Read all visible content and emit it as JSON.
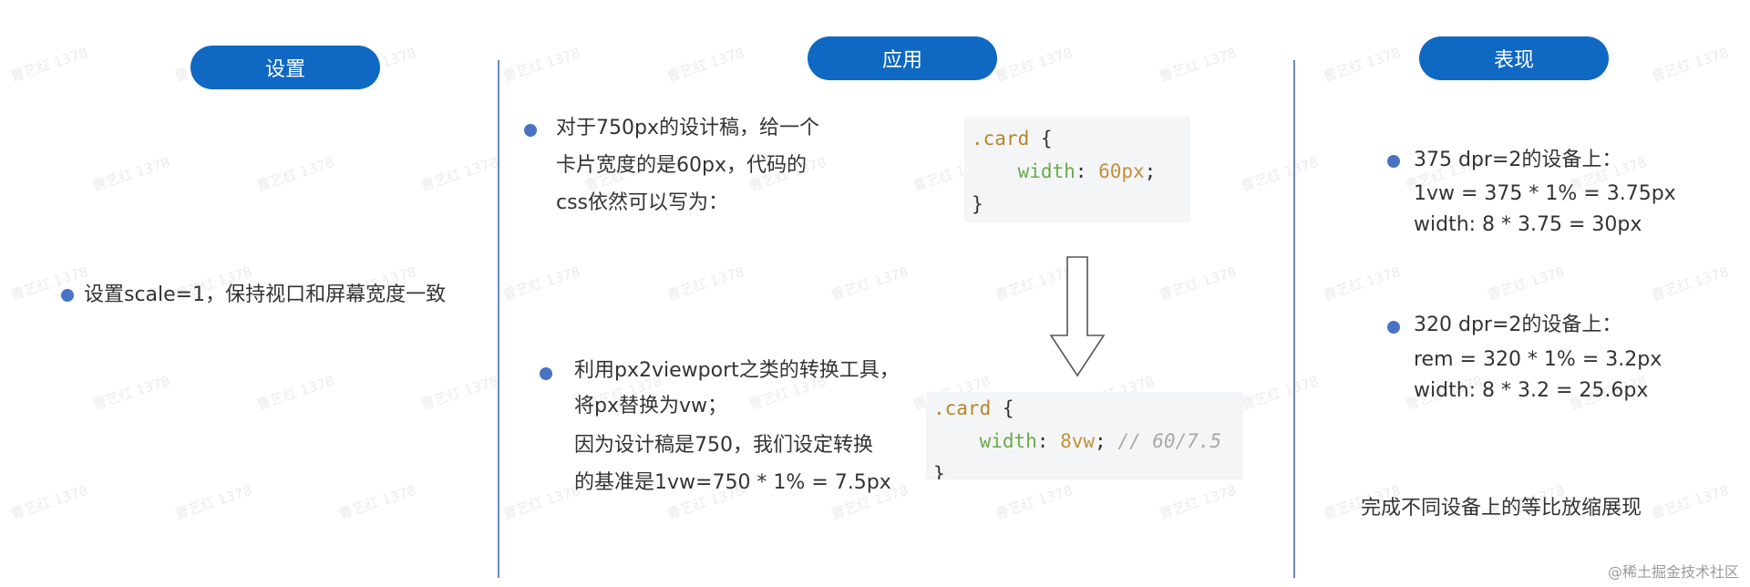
{
  "headers": {
    "setup": "设置",
    "apply": "应用",
    "behavior": "表现"
  },
  "setup": {
    "point": "设置scale=1，保持视口和屏幕宽度一致"
  },
  "apply": {
    "point1": [
      "对于750px的设计稿，给一个",
      "卡片宽度的是60px，代码的",
      "css依然可以写为："
    ],
    "code1": {
      "selector": ".card",
      "open": "{",
      "prop": "width",
      "value": "60px",
      "close": "}"
    },
    "point2": [
      "利用px2viewport之类的转换工具，",
      "将px替换为vw；",
      "因为设计稿是750，我们设定转换",
      "的基准是1vw=750 * 1% = 7.5px"
    ],
    "code2": {
      "selector": ".card",
      "open": "{",
      "prop": "width",
      "value": "8vw",
      "comment": "// 60/7.5",
      "close": "}"
    }
  },
  "behavior": {
    "device1": [
      "375 dpr=2的设备上：",
      "1vw = 375 * 1% = 3.75px",
      "width: 8 * 3.75 = 30px"
    ],
    "device2": [
      "320 dpr=2的设备上：",
      "rem = 320 * 1% = 3.2px",
      "width: 8 * 3.2 = 25.6px"
    ],
    "summary": "完成不同设备上的等比放缩展现"
  },
  "watermark": "曹艺红 1378",
  "credit": "@稀土掘金技术社区"
}
